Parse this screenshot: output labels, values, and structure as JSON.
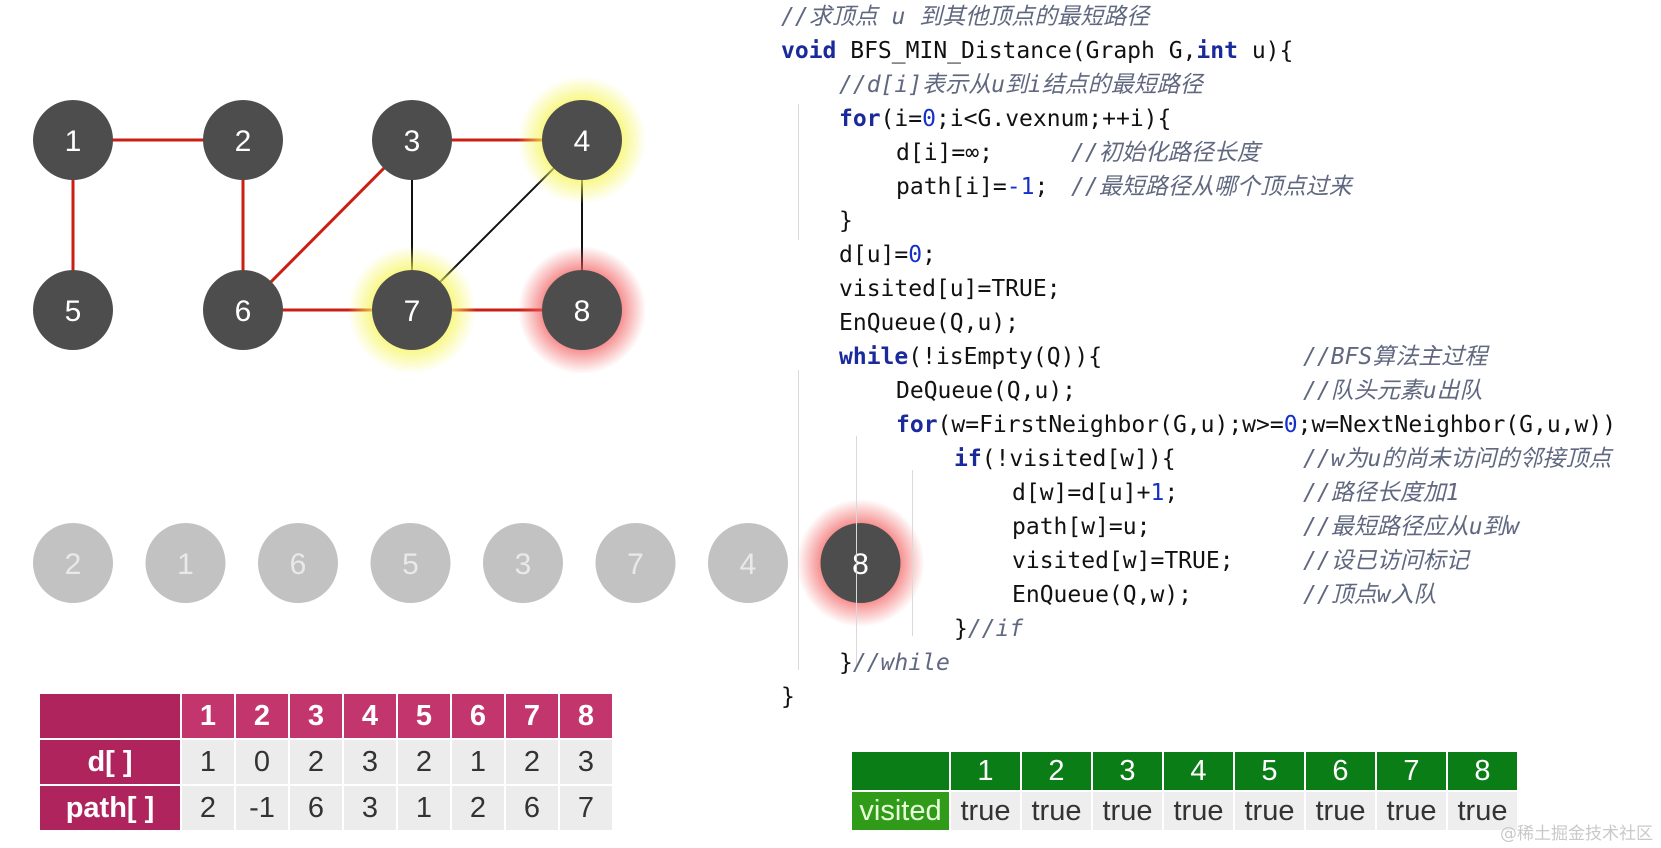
{
  "graph": {
    "nodes": [
      {
        "id": "1",
        "state": "normal"
      },
      {
        "id": "2",
        "state": "normal"
      },
      {
        "id": "3",
        "state": "normal"
      },
      {
        "id": "4",
        "state": "glow-yellow"
      },
      {
        "id": "5",
        "state": "normal"
      },
      {
        "id": "6",
        "state": "normal"
      },
      {
        "id": "7",
        "state": "glow-yellow"
      },
      {
        "id": "8",
        "state": "glow-red"
      }
    ],
    "edges": [
      {
        "from": "1",
        "to": "2",
        "tree": true
      },
      {
        "from": "1",
        "to": "5",
        "tree": true
      },
      {
        "from": "2",
        "to": "6",
        "tree": true
      },
      {
        "from": "3",
        "to": "4",
        "tree": true
      },
      {
        "from": "3",
        "to": "6",
        "tree": true
      },
      {
        "from": "6",
        "to": "7",
        "tree": true
      },
      {
        "from": "7",
        "to": "8",
        "tree": true
      },
      {
        "from": "3",
        "to": "7",
        "tree": false
      },
      {
        "from": "4",
        "to": "7",
        "tree": false
      },
      {
        "from": "4",
        "to": "8",
        "tree": false
      }
    ],
    "colors": {
      "node": "#4d4d4d",
      "tree_edge": "#cc1f14",
      "other_edge": "#111111",
      "queue_faded": "#c2c2c2"
    }
  },
  "queue": [
    {
      "label": "2",
      "active": false
    },
    {
      "label": "1",
      "active": false
    },
    {
      "label": "6",
      "active": false
    },
    {
      "label": "5",
      "active": false
    },
    {
      "label": "3",
      "active": false
    },
    {
      "label": "7",
      "active": false
    },
    {
      "label": "4",
      "active": false
    },
    {
      "label": "8",
      "active": true
    }
  ],
  "code": {
    "l0": "//求顶点 u 到其他顶点的最短路径",
    "l1_kw": "void",
    "l1_rest": " BFS_MIN_Distance(Graph G,",
    "l1_kw2": "int",
    "l1_end": " u){",
    "l2": "//d[i]表示从u到i结点的最短路径",
    "l3_kw": "for",
    "l3_a": "(i=",
    "l3_n": "0",
    "l3_b": ";i<G.vexnum;++i){",
    "l4_code": "d[i]=∞;",
    "l4_cm": "//初始化路径长度",
    "l5_code": "path[i]=",
    "l5_n": "-1",
    "l5_semi": ";",
    "l5_cm": "//最短路径从哪个顶点过来",
    "l6": "}",
    "l7_a": "d[u]=",
    "l7_n": "0",
    "l7_b": ";",
    "l8": "visited[u]=TRUE;",
    "l9": "EnQueue(Q,u);",
    "l10_kw": "while",
    "l10_rest": "(!isEmpty(Q)){",
    "l10_cm": "//BFS算法主过程",
    "l11": "DeQueue(Q,u);",
    "l11_cm": "//队头元素u出队",
    "l12_kw": "for",
    "l12_a": "(w=FirstNeighbor(G,u);w>=",
    "l12_n": "0",
    "l12_b": ";w=NextNeighbor(G,u,w))",
    "l13_kw": "if",
    "l13_rest": "(!visited[w]){",
    "l13_cm": "//w为u的尚未访问的邻接顶点",
    "l14_a": "d[w]=d[u]+",
    "l14_n": "1",
    "l14_b": ";",
    "l14_cm": "//路径长度加1",
    "l15": "path[w]=u;",
    "l15_cm": "//最短路径应从u到w",
    "l16": "visited[w]=TRUE;",
    "l16_cm": "//设已访问标记",
    "l17": "EnQueue(Q,w);",
    "l17_cm": "//顶点w入队",
    "l18_a": "}",
    "l18_cm": "//if",
    "l19_a": "}",
    "l19_cm": "//while",
    "l20": "}"
  },
  "dpath_table": {
    "headers": [
      "1",
      "2",
      "3",
      "4",
      "5",
      "6",
      "7",
      "8"
    ],
    "d_label": "d[ ]",
    "d": [
      "1",
      "0",
      "2",
      "3",
      "2",
      "1",
      "2",
      "3"
    ],
    "path_label": "path[ ]",
    "path": [
      "2",
      "-1",
      "6",
      "3",
      "1",
      "2",
      "6",
      "7"
    ]
  },
  "visited_table": {
    "headers": [
      "1",
      "2",
      "3",
      "4",
      "5",
      "6",
      "7",
      "8"
    ],
    "label": "visited",
    "values": [
      "true",
      "true",
      "true",
      "true",
      "true",
      "true",
      "true",
      "true"
    ]
  },
  "watermark": "@稀土掘金技术社区"
}
